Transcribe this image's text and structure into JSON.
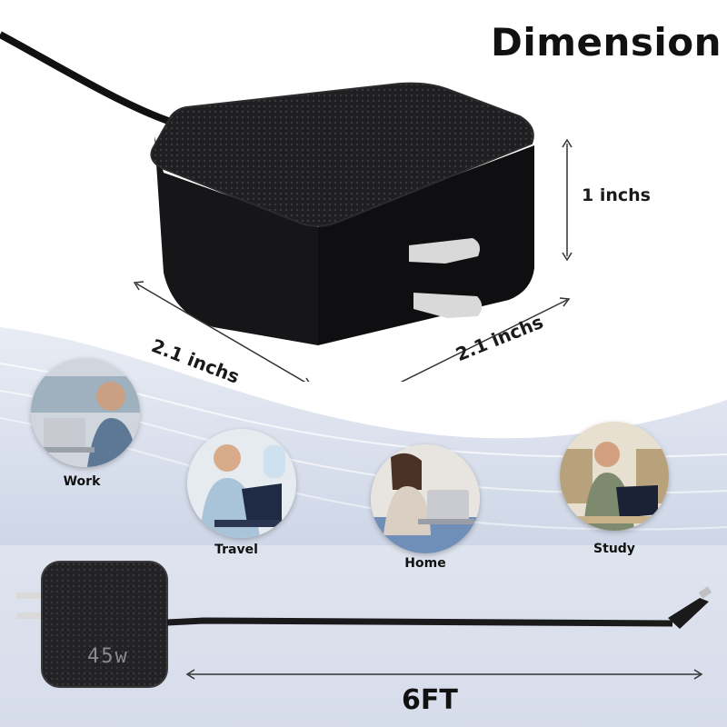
{
  "title": "Dimension",
  "dimensions": {
    "height": "1 inchs",
    "width_left": "2.1 inchs",
    "width_right": "2.1 inchs",
    "cable_length": "6FT"
  },
  "scenarios": [
    {
      "label": "Work"
    },
    {
      "label": "Travel"
    },
    {
      "label": "Home"
    },
    {
      "label": "Study"
    }
  ],
  "product": {
    "power_rating": "45w",
    "colors": {
      "body": "#1d1d1f",
      "texture": "#2a2a2c",
      "prong": "#d9d9d9",
      "wave": "#c9d2e6"
    }
  }
}
